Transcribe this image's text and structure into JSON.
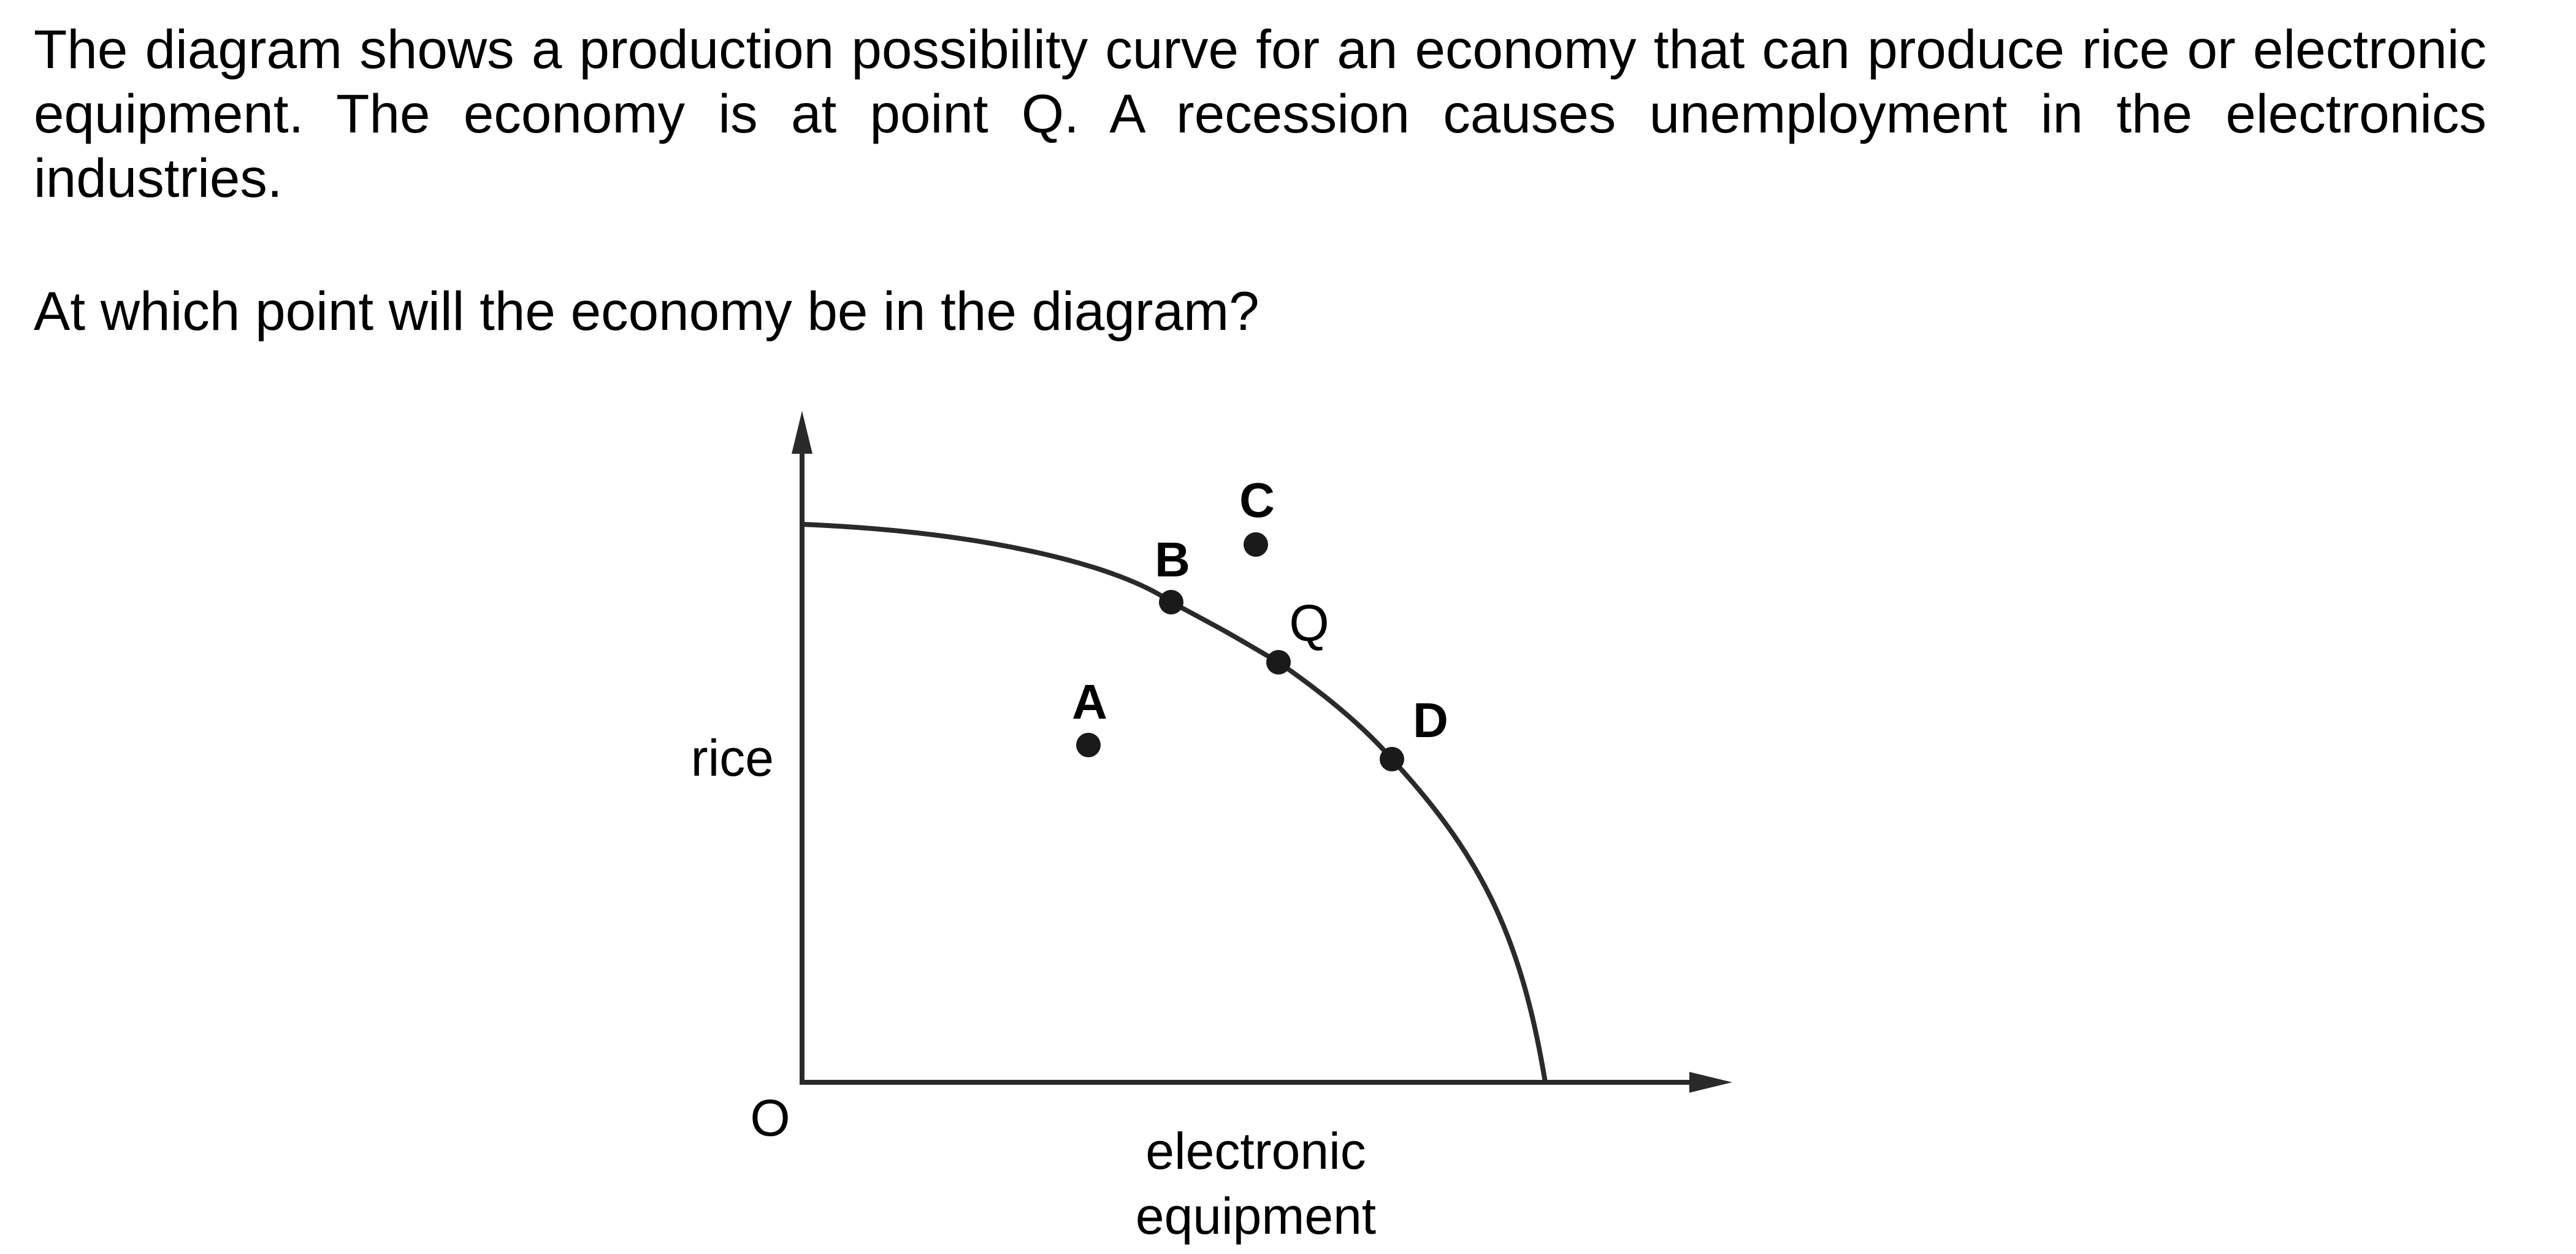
{
  "question": {
    "paragraph": "The diagram shows a production possibility curve for an economy that can produce rice or electronic equipment. The economy is at point Q. A recession causes unemployment in the electronics industries.",
    "prompt": "At which point will the economy be in the diagram?"
  },
  "diagram": {
    "y_axis_label": "rice",
    "x_axis_label_line1": "electronic",
    "x_axis_label_line2": "equipment",
    "origin_label": "O",
    "points": [
      {
        "label": "A",
        "position": "inside the curve"
      },
      {
        "label": "B",
        "position": "on the curve"
      },
      {
        "label": "C",
        "position": "outside the curve"
      },
      {
        "label": "Q",
        "position": "on the curve"
      },
      {
        "label": "D",
        "position": "on the curve"
      }
    ],
    "colors": {
      "line": "#2a2a2a",
      "point": "#1a1a1a",
      "text": "#000000"
    }
  }
}
